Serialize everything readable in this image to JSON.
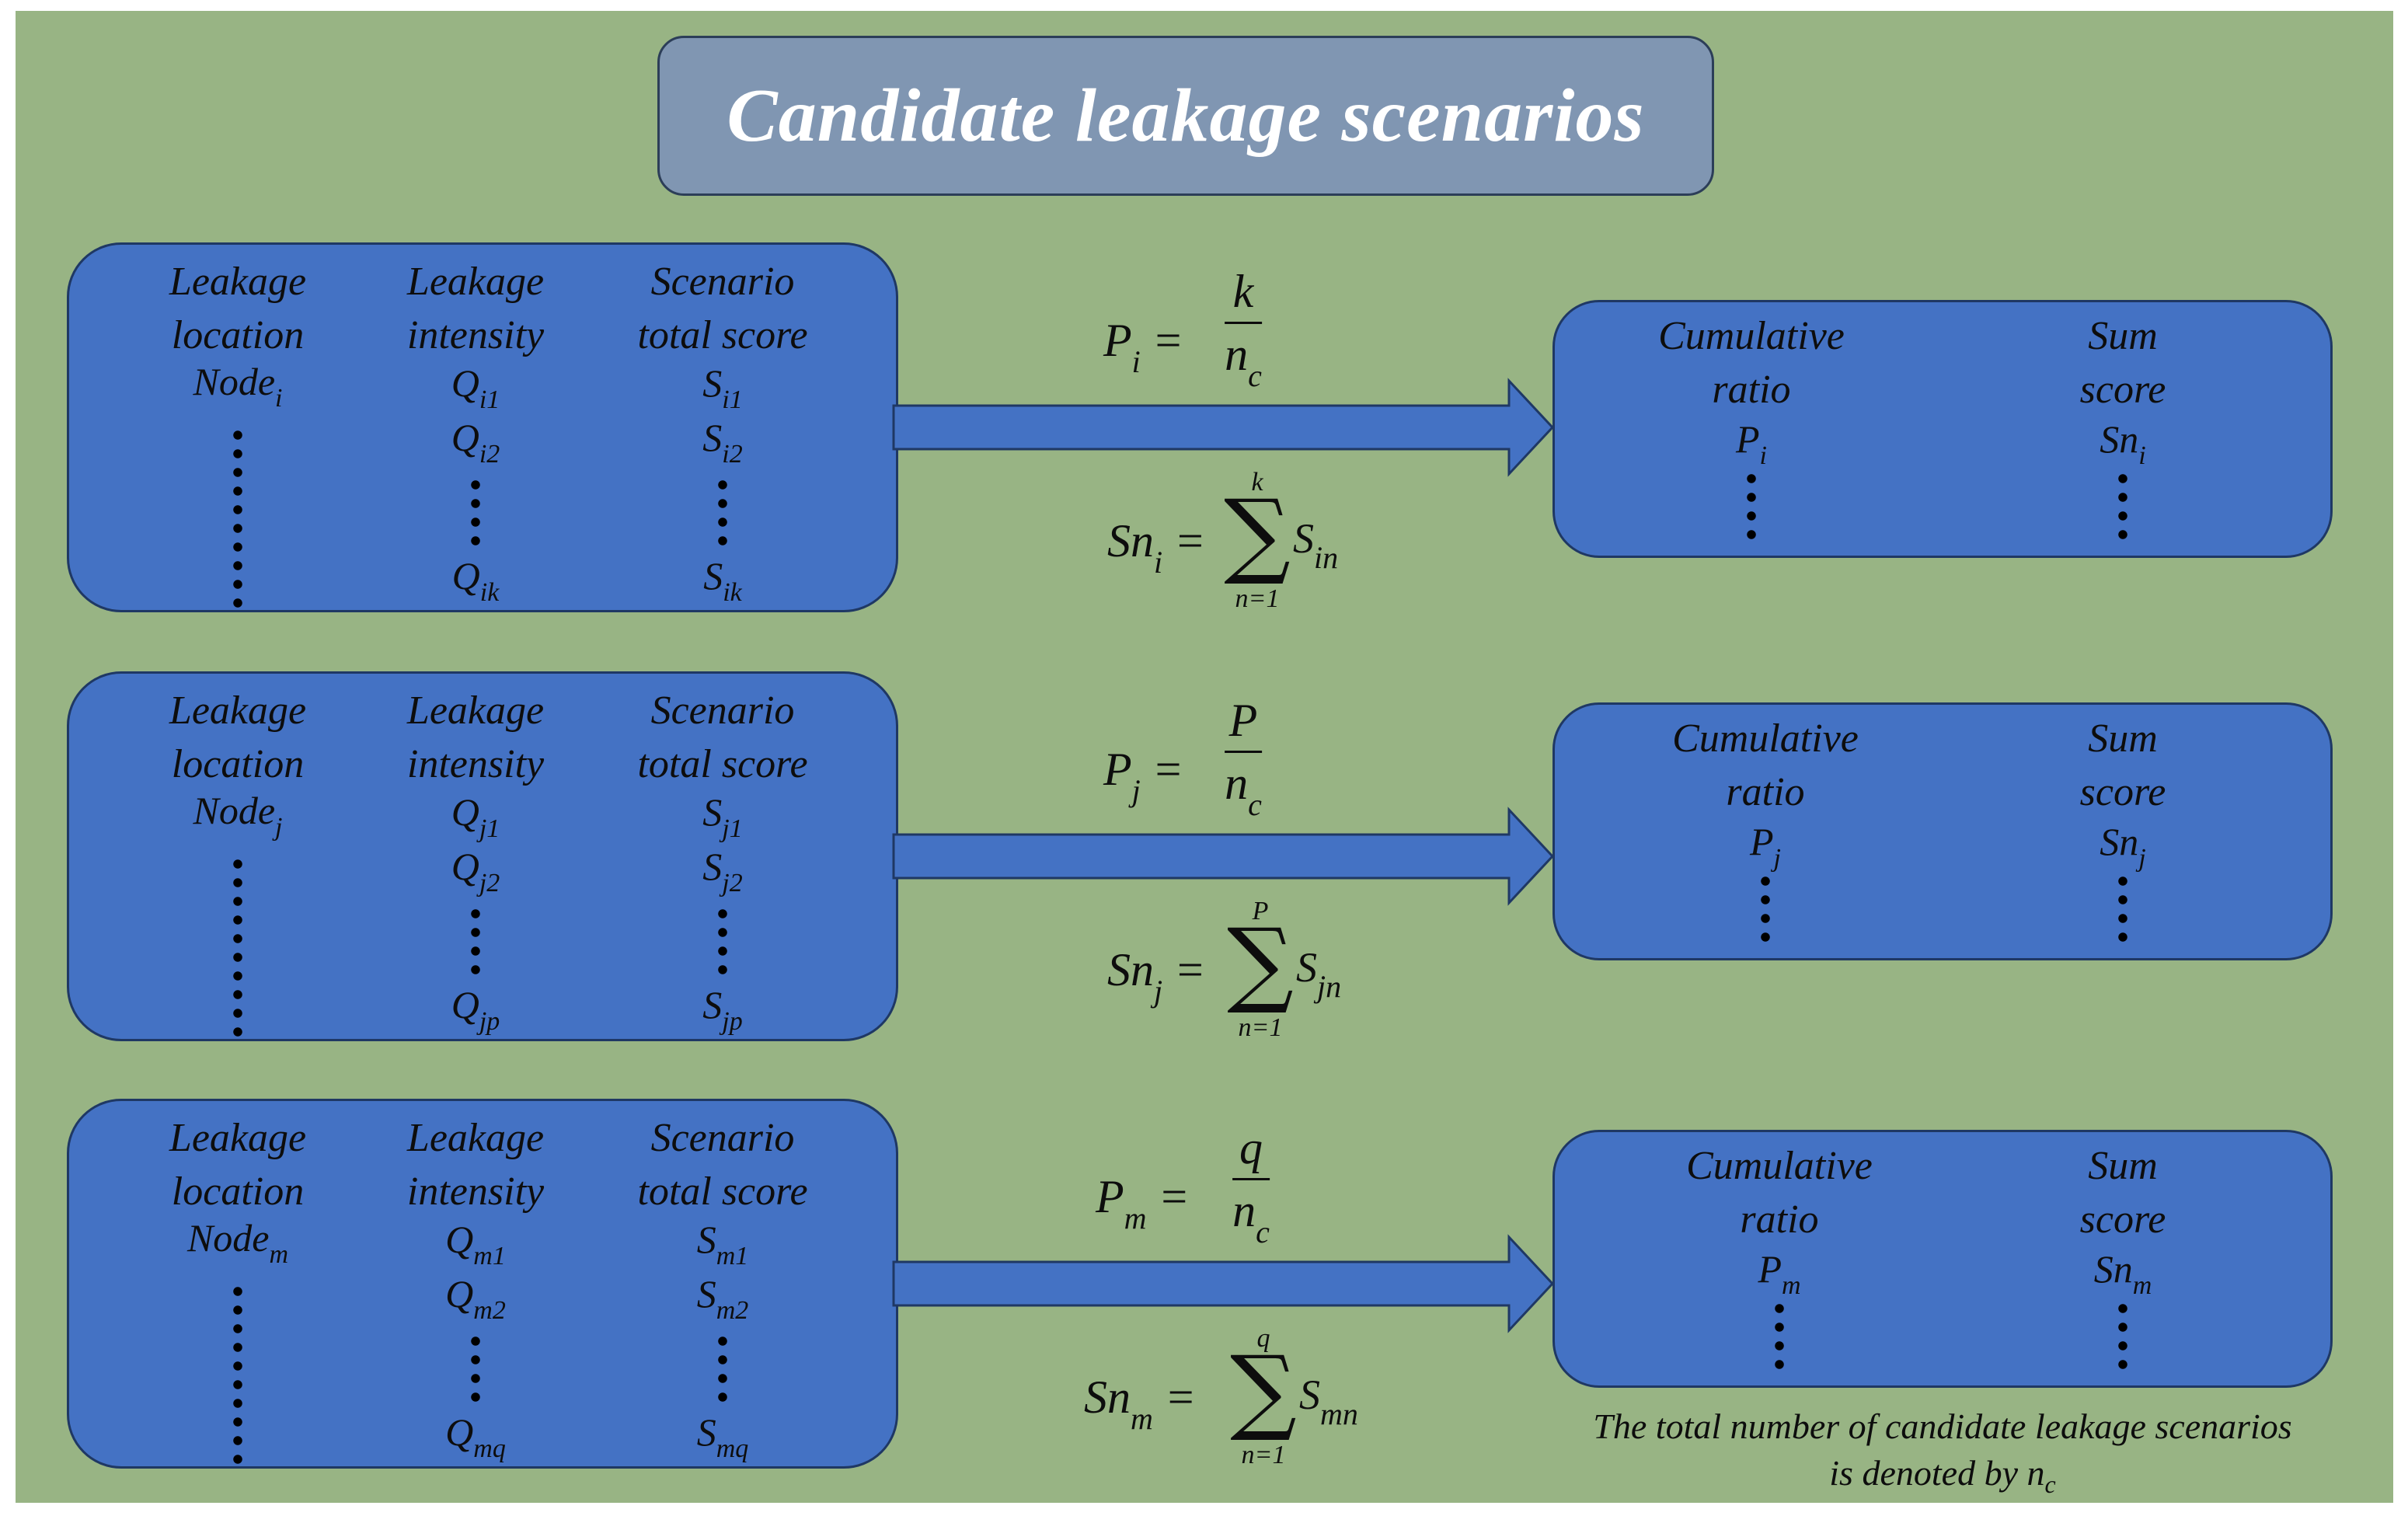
{
  "title": "Candidate leakage scenarios",
  "colors": {
    "background": "#98b484",
    "box_fill": "#4472c4",
    "box_border": "#1f3864",
    "title_fill": "#8096b2"
  },
  "rows": [
    {
      "col1": [
        "Leakage",
        "location"
      ],
      "node_base": "Node",
      "node_sub": "i",
      "col2": [
        "Leakage",
        "intensity"
      ],
      "q1": "Q",
      "q1_sub": "i1",
      "q2": "Q",
      "q2_sub": "i2",
      "qn": "Q",
      "qn_sub": "ik",
      "col3": [
        "Scenario",
        "total score"
      ],
      "s1": "S",
      "s1_sub": "i1",
      "s2": "S",
      "s2_sub": "i2",
      "sn": "S",
      "sn_sub": "ik",
      "p_lhs": "P",
      "p_lhs_sub": "i",
      "p_num": "k",
      "p_den": "n",
      "p_den_sub": "c",
      "sn_lhs": "Sn",
      "sn_lhs_sub": "i",
      "sum_top": "k",
      "sum_bottom": "n=1",
      "sum_term": "S",
      "sum_term_sub": "in",
      "r_col1": [
        "Cumulative",
        "ratio"
      ],
      "r_p": "P",
      "r_p_sub": "i",
      "r_col2": [
        "Sum",
        "score"
      ],
      "r_s": "Sn",
      "r_s_sub": "i"
    },
    {
      "col1": [
        "Leakage",
        "location"
      ],
      "node_base": "Node",
      "node_sub": "j",
      "col2": [
        "Leakage",
        "intensity"
      ],
      "q1": "Q",
      "q1_sub": "j1",
      "q2": "Q",
      "q2_sub": "j2",
      "qn": "Q",
      "qn_sub": "jp",
      "col3": [
        "Scenario",
        "total score"
      ],
      "s1": "S",
      "s1_sub": "j1",
      "s2": "S",
      "s2_sub": "j2",
      "sn": "S",
      "sn_sub": "jp",
      "p_lhs": "P",
      "p_lhs_sub": "j",
      "p_num": "P",
      "p_den": "n",
      "p_den_sub": "c",
      "sn_lhs": "Sn",
      "sn_lhs_sub": "j",
      "sum_top": "P",
      "sum_bottom": "n=1",
      "sum_term": "S",
      "sum_term_sub": "jn",
      "r_col1": [
        "Cumulative",
        "ratio"
      ],
      "r_p": "P",
      "r_p_sub": "j",
      "r_col2": [
        "Sum",
        "score"
      ],
      "r_s": "Sn",
      "r_s_sub": "j"
    },
    {
      "col1": [
        "Leakage",
        "location"
      ],
      "node_base": "Node",
      "node_sub": "m",
      "col2": [
        "Leakage",
        "intensity"
      ],
      "q1": "Q",
      "q1_sub": "m1",
      "q2": "Q",
      "q2_sub": "m2",
      "qn": "Q",
      "qn_sub": "mq",
      "col3": [
        "Scenario",
        "total score"
      ],
      "s1": "S",
      "s1_sub": "m1",
      "s2": "S",
      "s2_sub": "m2",
      "sn": "S",
      "sn_sub": "mq",
      "p_lhs": "P",
      "p_lhs_sub": "m",
      "p_num": "q",
      "p_den": "n",
      "p_den_sub": "c",
      "sn_lhs": "Sn",
      "sn_lhs_sub": "m",
      "sum_top": "q",
      "sum_bottom": "n=1",
      "sum_term": "S",
      "sum_term_sub": "mn",
      "r_col1": [
        "Cumulative",
        "ratio"
      ],
      "r_p": "P",
      "r_p_sub": "m",
      "r_col2": [
        "Sum",
        "score"
      ],
      "r_s": "Sn",
      "r_s_sub": "m"
    }
  ],
  "note": {
    "line1": "The total number of candidate leakage scenarios",
    "line2": "is denoted by ",
    "symbol": "n",
    "symbol_sub": "c"
  }
}
